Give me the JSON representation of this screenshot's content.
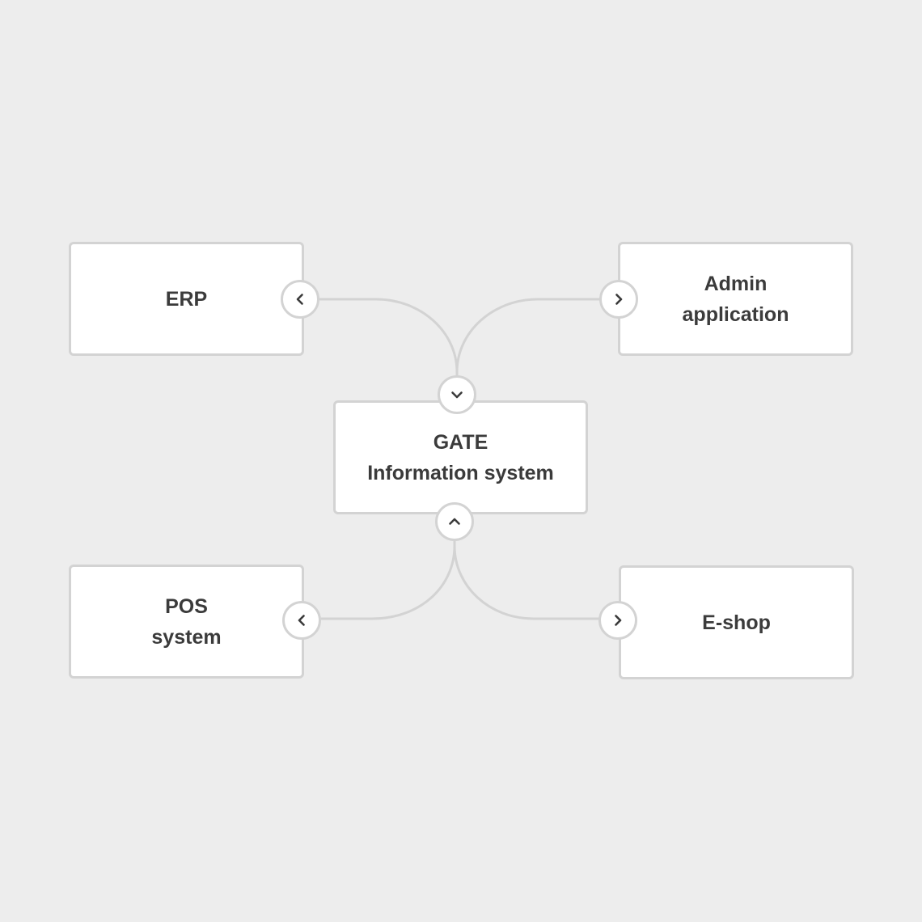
{
  "colors": {
    "background": "#ededed",
    "node_fill": "#ffffff",
    "node_border": "#d3d3d3",
    "connector": "#d3d3d3",
    "text": "#3b3b3b"
  },
  "nodes": {
    "erp": {
      "lines": [
        "ERP"
      ]
    },
    "admin": {
      "lines": [
        "Admin",
        "application"
      ]
    },
    "gate": {
      "lines": [
        "GATE",
        "Information system"
      ]
    },
    "pos": {
      "lines": [
        "POS",
        "system"
      ]
    },
    "eshop": {
      "lines": [
        "E-shop"
      ]
    }
  },
  "connections": [
    {
      "from": "gate",
      "to": "erp"
    },
    {
      "from": "gate",
      "to": "admin"
    },
    {
      "from": "gate",
      "to": "pos"
    },
    {
      "from": "gate",
      "to": "eshop"
    }
  ],
  "ports": {
    "erp": "chevron-left-icon",
    "admin": "chevron-right-icon",
    "gate_top": "chevron-down-icon",
    "gate_bottom": "chevron-up-icon",
    "pos": "chevron-left-icon",
    "eshop": "chevron-right-icon"
  }
}
